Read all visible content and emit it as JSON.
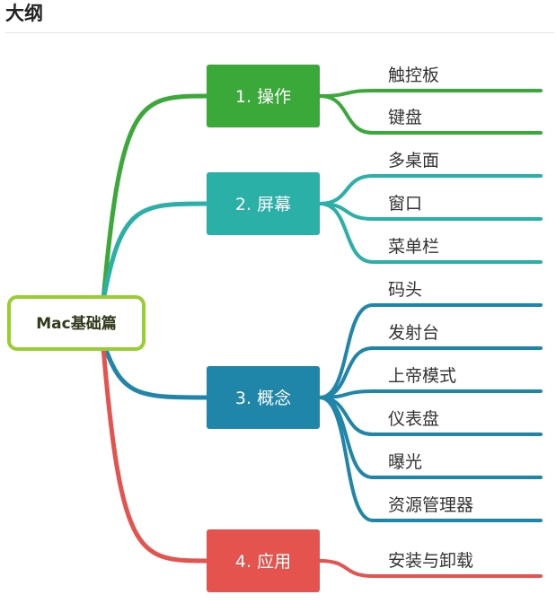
{
  "page": {
    "heading": "大纲"
  },
  "mindmap": {
    "root": "Mac基础篇",
    "branches": [
      {
        "label": "1. 操作",
        "color": "#3aa93a",
        "leaves": [
          "触控板",
          "键盘"
        ]
      },
      {
        "label": "2. 屏幕",
        "color": "#2ab0a6",
        "leaves": [
          "多桌面",
          "窗口",
          "菜单栏"
        ]
      },
      {
        "label": "3. 概念",
        "color": "#1f86aa",
        "leaves": [
          "码头",
          "发射台",
          "上帝模式",
          "仪表盘",
          "曝光",
          "资源管理器"
        ]
      },
      {
        "label": "4. 应用",
        "color": "#e5534f",
        "leaves": [
          "安装与卸载"
        ]
      }
    ],
    "root_border_color": "#9acd32"
  }
}
